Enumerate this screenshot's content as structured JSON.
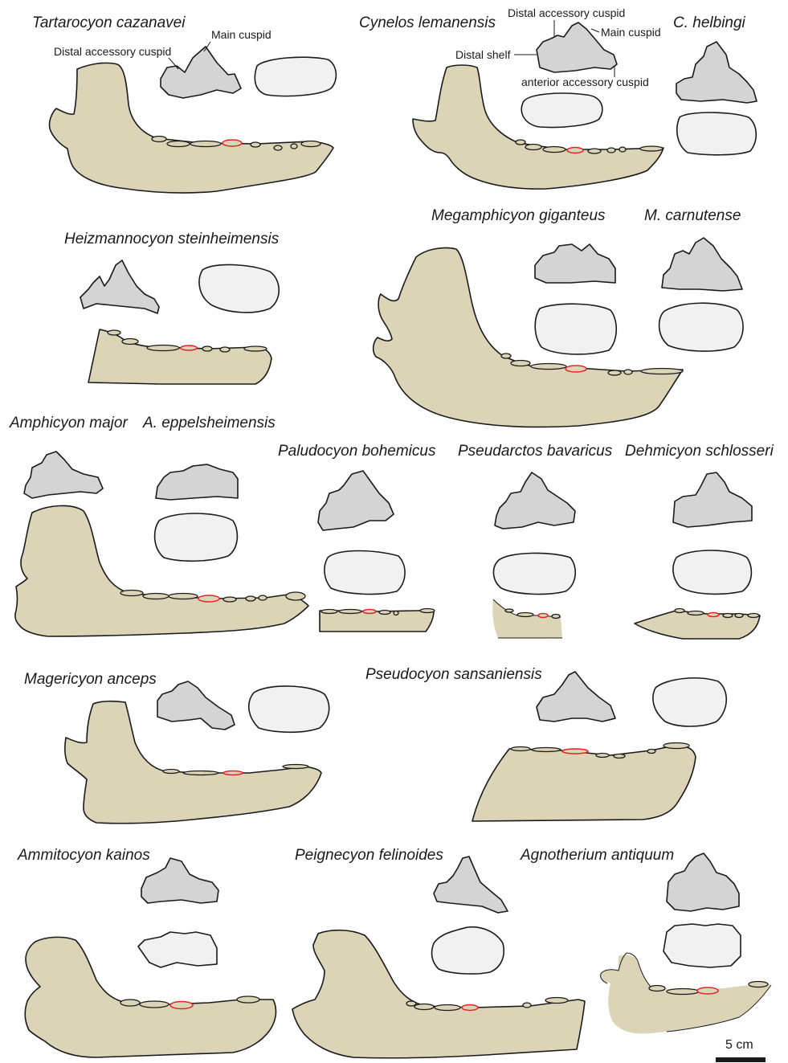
{
  "colors": {
    "jaw": "#dcd4b6",
    "crown": "#d4d4d4",
    "occlusal": "#f1f1f1",
    "m1_alveolus": "#e0242a",
    "outline": "#1a1a1a"
  },
  "species": {
    "tartarocyon": "Tartarocyon cazanavei",
    "cynelos": "Cynelos lemanensis",
    "helbingi": "C. helbingi",
    "heizmannocyon": "Heizmannocyon steinheimensis",
    "megamphicyon": "Megamphicyon giganteus",
    "carnutense": "M. carnutense",
    "amphicyon_major": "Amphicyon major",
    "eppelsheimensis": "A. eppelsheimensis",
    "paludocyon": "Paludocyon bohemicus",
    "pseudarctos": "Pseudarctos bavaricus",
    "dehmicyon": "Dehmicyon schlosseri",
    "magericyon": "Magericyon anceps",
    "pseudocyon": "Pseudocyon sansaniensis",
    "ammitocyon": "Ammitocyon kainos",
    "peignecyon": "Peignecyon felinoides",
    "agnotherium": "Agnotherium antiquum"
  },
  "annotations": {
    "main_cuspid_1": "Main cuspid",
    "distal_accessory_1": "Distal accessory cuspid",
    "distal_accessory_2": "Distal accessory cuspid",
    "main_cuspid_2": "Main cuspid",
    "distal_shelf": "Distal shelf",
    "anterior_accessory": "anterior accessory cuspid"
  },
  "scale_bar": {
    "label": "5 cm"
  }
}
